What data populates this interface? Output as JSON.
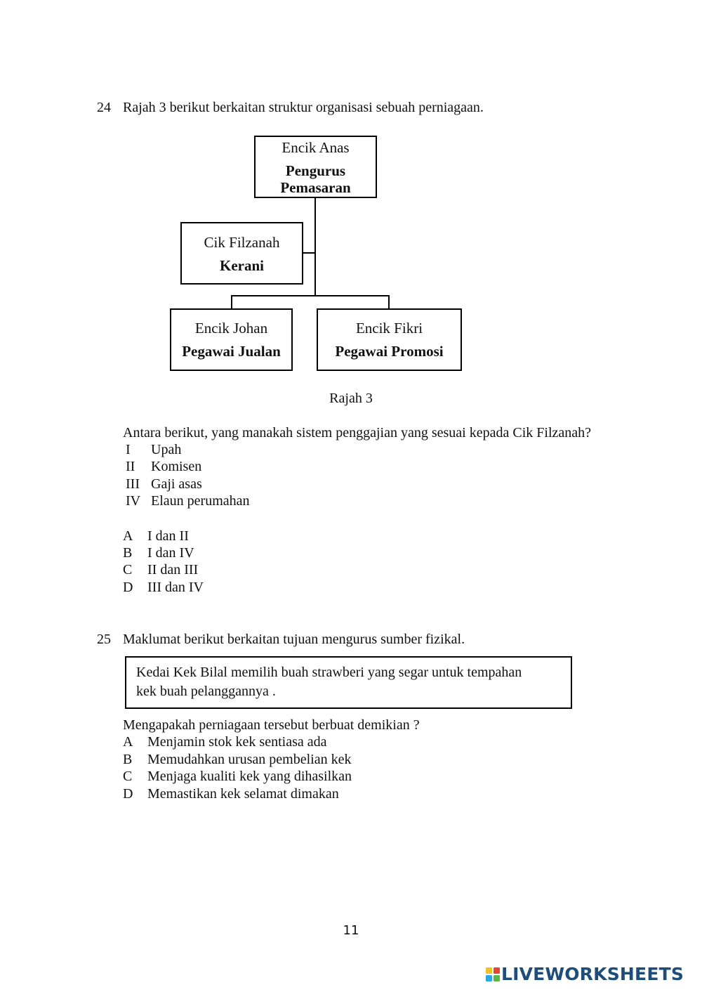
{
  "q24": {
    "number": "24",
    "stem": "Rajah 3 berikut berkaitan struktur organisasi sebuah perniagaan.",
    "chart": {
      "top": {
        "name": "Encik Anas",
        "role_line1": "Pengurus",
        "role_line2": "Pemasaran"
      },
      "staff": {
        "name": "Cik Filzanah",
        "role": "Kerani"
      },
      "left": {
        "name": "Encik Johan",
        "role": "Pegawai Jualan"
      },
      "right": {
        "name": "Encik Fikri",
        "role": "Pegawai Promosi"
      },
      "caption": "Rajah 3"
    },
    "question": "Antara berikut, yang manakah sistem penggajian yang sesuai kepada Cik Filzanah?",
    "items": [
      {
        "numeral": "I",
        "text": "Upah"
      },
      {
        "numeral": "II",
        "text": "Komisen"
      },
      {
        "numeral": "III",
        "text": "Gaji asas"
      },
      {
        "numeral": "IV",
        "text": "Elaun perumahan"
      }
    ],
    "options": [
      {
        "letter": "A",
        "text": "I dan II"
      },
      {
        "letter": "B",
        "text": "I dan IV"
      },
      {
        "letter": "C",
        "text": "II dan III"
      },
      {
        "letter": "D",
        "text": "III dan IV"
      }
    ]
  },
  "q25": {
    "number": "25",
    "stem": "Maklumat berikut berkaitan tujuan mengurus sumber fizikal.",
    "info_line1": "Kedai Kek Bilal memilih buah strawberi yang segar untuk tempahan",
    "info_line2": "kek buah pelanggannya .",
    "question": "Mengapakah perniagaan tersebut berbuat demikian ?",
    "options": [
      {
        "letter": "A",
        "text": "Menjamin stok kek sentiasa ada"
      },
      {
        "letter": "B",
        "text": "Memudahkan urusan pembelian kek"
      },
      {
        "letter": "C",
        "text": "Menjaga kualiti kek yang dihasilkan"
      },
      {
        "letter": "D",
        "text": "Memastikan kek selamat dimakan"
      }
    ]
  },
  "page_number": "11",
  "brand": {
    "text": "LIVEWORKSHEETS",
    "color": "#1f4d79"
  }
}
